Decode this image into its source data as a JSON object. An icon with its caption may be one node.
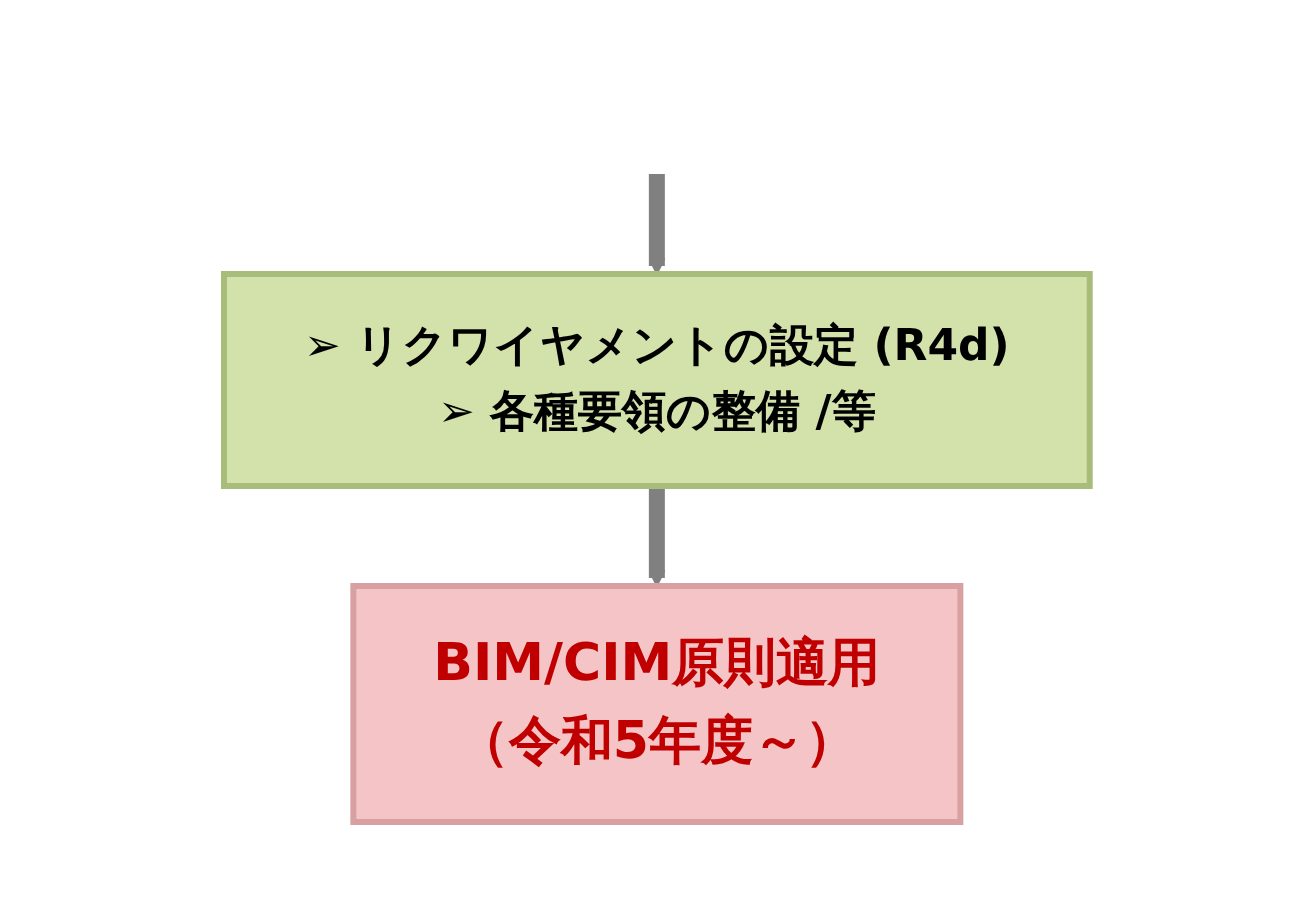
{
  "diagram": {
    "nodes": [
      {
        "text": [
          "➢ リクワイヤメントの設定 (R4d)",
          "➢ 各種要領の整備 /等"
        ]
      },
      {
        "text": [
          "BIM/CIM原則適用",
          "（令和5年度～）"
        ]
      }
    ],
    "edges": [
      {
        "from": null,
        "to": 0,
        "arrow": "to"
      },
      {
        "from": 0,
        "to": 1,
        "arrow": "to"
      }
    ]
  }
}
